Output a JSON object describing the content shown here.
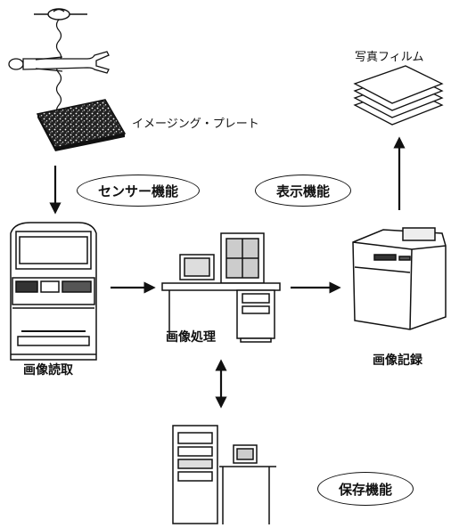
{
  "labels": {
    "imaging_plate": "イメージング・プレート",
    "photo_film": "写真フィルム",
    "image_reading": "画像読取",
    "image_processing": "画像処理",
    "image_recording": "画像記録"
  },
  "functions": {
    "sensor": "センサー機能",
    "display": "表示機能",
    "storage": "保存機能"
  },
  "colors": {
    "line": "#111111",
    "background": "#ffffff"
  }
}
